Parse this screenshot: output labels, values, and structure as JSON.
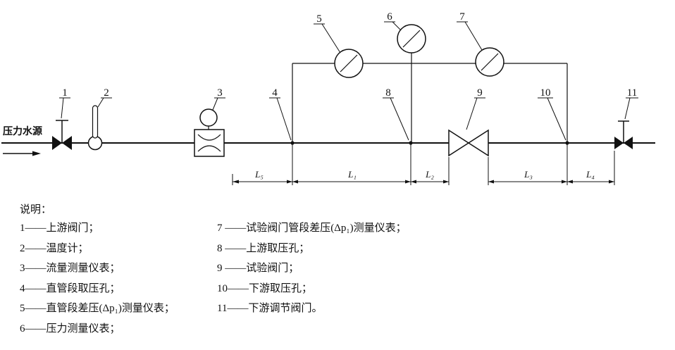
{
  "figure": {
    "source_label": "压力水源",
    "callouts": {
      "n1": "1",
      "n2": "2",
      "n3": "3",
      "n4": "4",
      "n5": "5",
      "n6": "6",
      "n7": "7",
      "n8": "8",
      "n9": "9",
      "n10": "10",
      "n11": "11"
    },
    "dimensions": {
      "d5": "L₅",
      "d1": "L₁",
      "d2": "L₂",
      "d3": "L₃",
      "d4": "L₄"
    }
  },
  "legend": {
    "heading": "说明：",
    "left": [
      "1——上游阀门；",
      "2——温度计；",
      "3——流量测量仪表；",
      "4——直管段取压孔；",
      "5——直管段差压(Δp₁)测量仪表；",
      "6——压力测量仪表；"
    ],
    "right": [
      "7 ——试验阀门管段差压(Δp₁)测量仪表；",
      "8 ——上游取压孔；",
      "9 ——试验阀门；",
      "10——下游取压孔；",
      "11——下游调节阀门。"
    ]
  },
  "colors": {
    "line": "#111111",
    "background": "#ffffff"
  }
}
